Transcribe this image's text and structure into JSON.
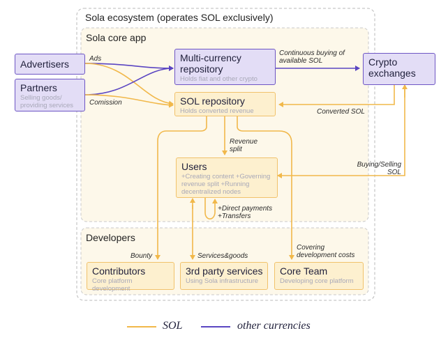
{
  "regions": {
    "ecosystem": "Sola ecosystem (operates SOL exclusively)",
    "core_app": "Sola core app",
    "developers": "Developers"
  },
  "nodes": {
    "advertisers": {
      "title": "Advertisers"
    },
    "partners": {
      "title": "Partners",
      "subtitle": "Selling goods/ providing services"
    },
    "multi_currency": {
      "title": "Multi-currency repository",
      "subtitle": "Holds fiat and other crypto"
    },
    "sol_repository": {
      "title": "SOL repository",
      "subtitle": "Holds converted revenue"
    },
    "crypto_exchanges": {
      "title": "Crypto exchanges"
    },
    "users": {
      "title": "Users",
      "subtitle": "+Creating content +Governing revenue split +Running decentralized nodes"
    },
    "contributors": {
      "title": "Contributors",
      "subtitle": "Core platform development"
    },
    "third_party": {
      "title": "3rd party services",
      "subtitle": "Using Sola infrastructure"
    },
    "core_team": {
      "title": "Core Team",
      "subtitle": "Developing core platform"
    }
  },
  "edge_labels": {
    "ads": "Ads",
    "commission": "Comission",
    "continuous_buying": "Continuous buying of available SOL",
    "converted_sol": "Converted SOL",
    "revenue_split": "Revenue split",
    "buying_selling": "Buying/Selling SOL",
    "direct_payments": "+Direct payments +Transfers",
    "bounty": "Bounty",
    "services_goods": "Services&goods",
    "covering_costs": "Covering development costs"
  },
  "legend": {
    "sol": "SOL",
    "other": "other currencies"
  },
  "colors": {
    "sol": "#f1b84a",
    "other": "#5a45c2",
    "purple_fill": "#e3ddf6",
    "orange_fill": "#fdf0cf",
    "region_fill": "#fdf8ea"
  }
}
